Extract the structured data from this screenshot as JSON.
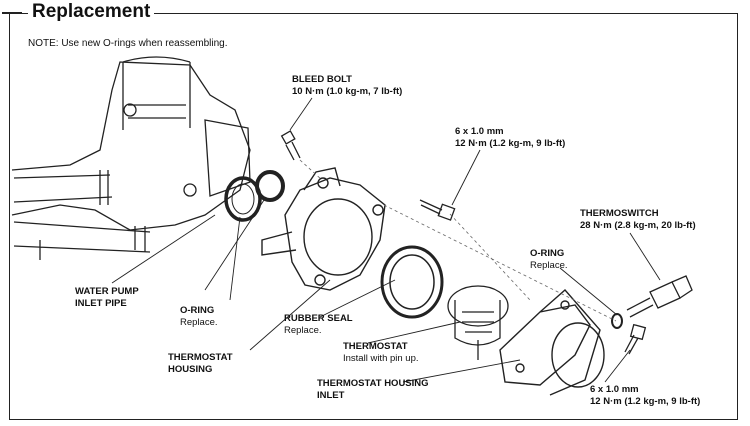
{
  "heading": "Replacement",
  "note": "NOTE: Use new O-rings when reassembling.",
  "labels": {
    "bleed_bolt": {
      "name": "BLEED BOLT",
      "spec": "10 N·m (1.0 kg-m, 7 lb-ft)"
    },
    "bolt_upper": {
      "size": "6 x 1.0 mm",
      "spec": "12 N·m (1.2 kg-m, 9 lb-ft)"
    },
    "thermoswitch": {
      "name": "THERMOSWITCH",
      "spec": "28 N·m (2.8 kg-m, 20 lb-ft)"
    },
    "oring_right": {
      "name": "O-RING",
      "note": "Replace."
    },
    "water_pump_pipe": {
      "line1": "WATER PUMP",
      "line2": "INLET PIPE"
    },
    "oring_left": {
      "name": "O-RING",
      "note": "Replace."
    },
    "rubber_seal": {
      "name": "RUBBER SEAL",
      "note": "Replace."
    },
    "thermostat": {
      "name": "THERMOSTAT",
      "note": "Install with pin up."
    },
    "thermostat_housing": {
      "line1": "THERMOSTAT",
      "line2": "HOUSING"
    },
    "housing_inlet": {
      "line1": "THERMOSTAT HOUSING",
      "line2": "INLET"
    },
    "bolt_lower": {
      "size": "6 x 1.0 mm",
      "spec": "12 N·m (1.2 kg-m, 9 lb-ft)"
    }
  }
}
